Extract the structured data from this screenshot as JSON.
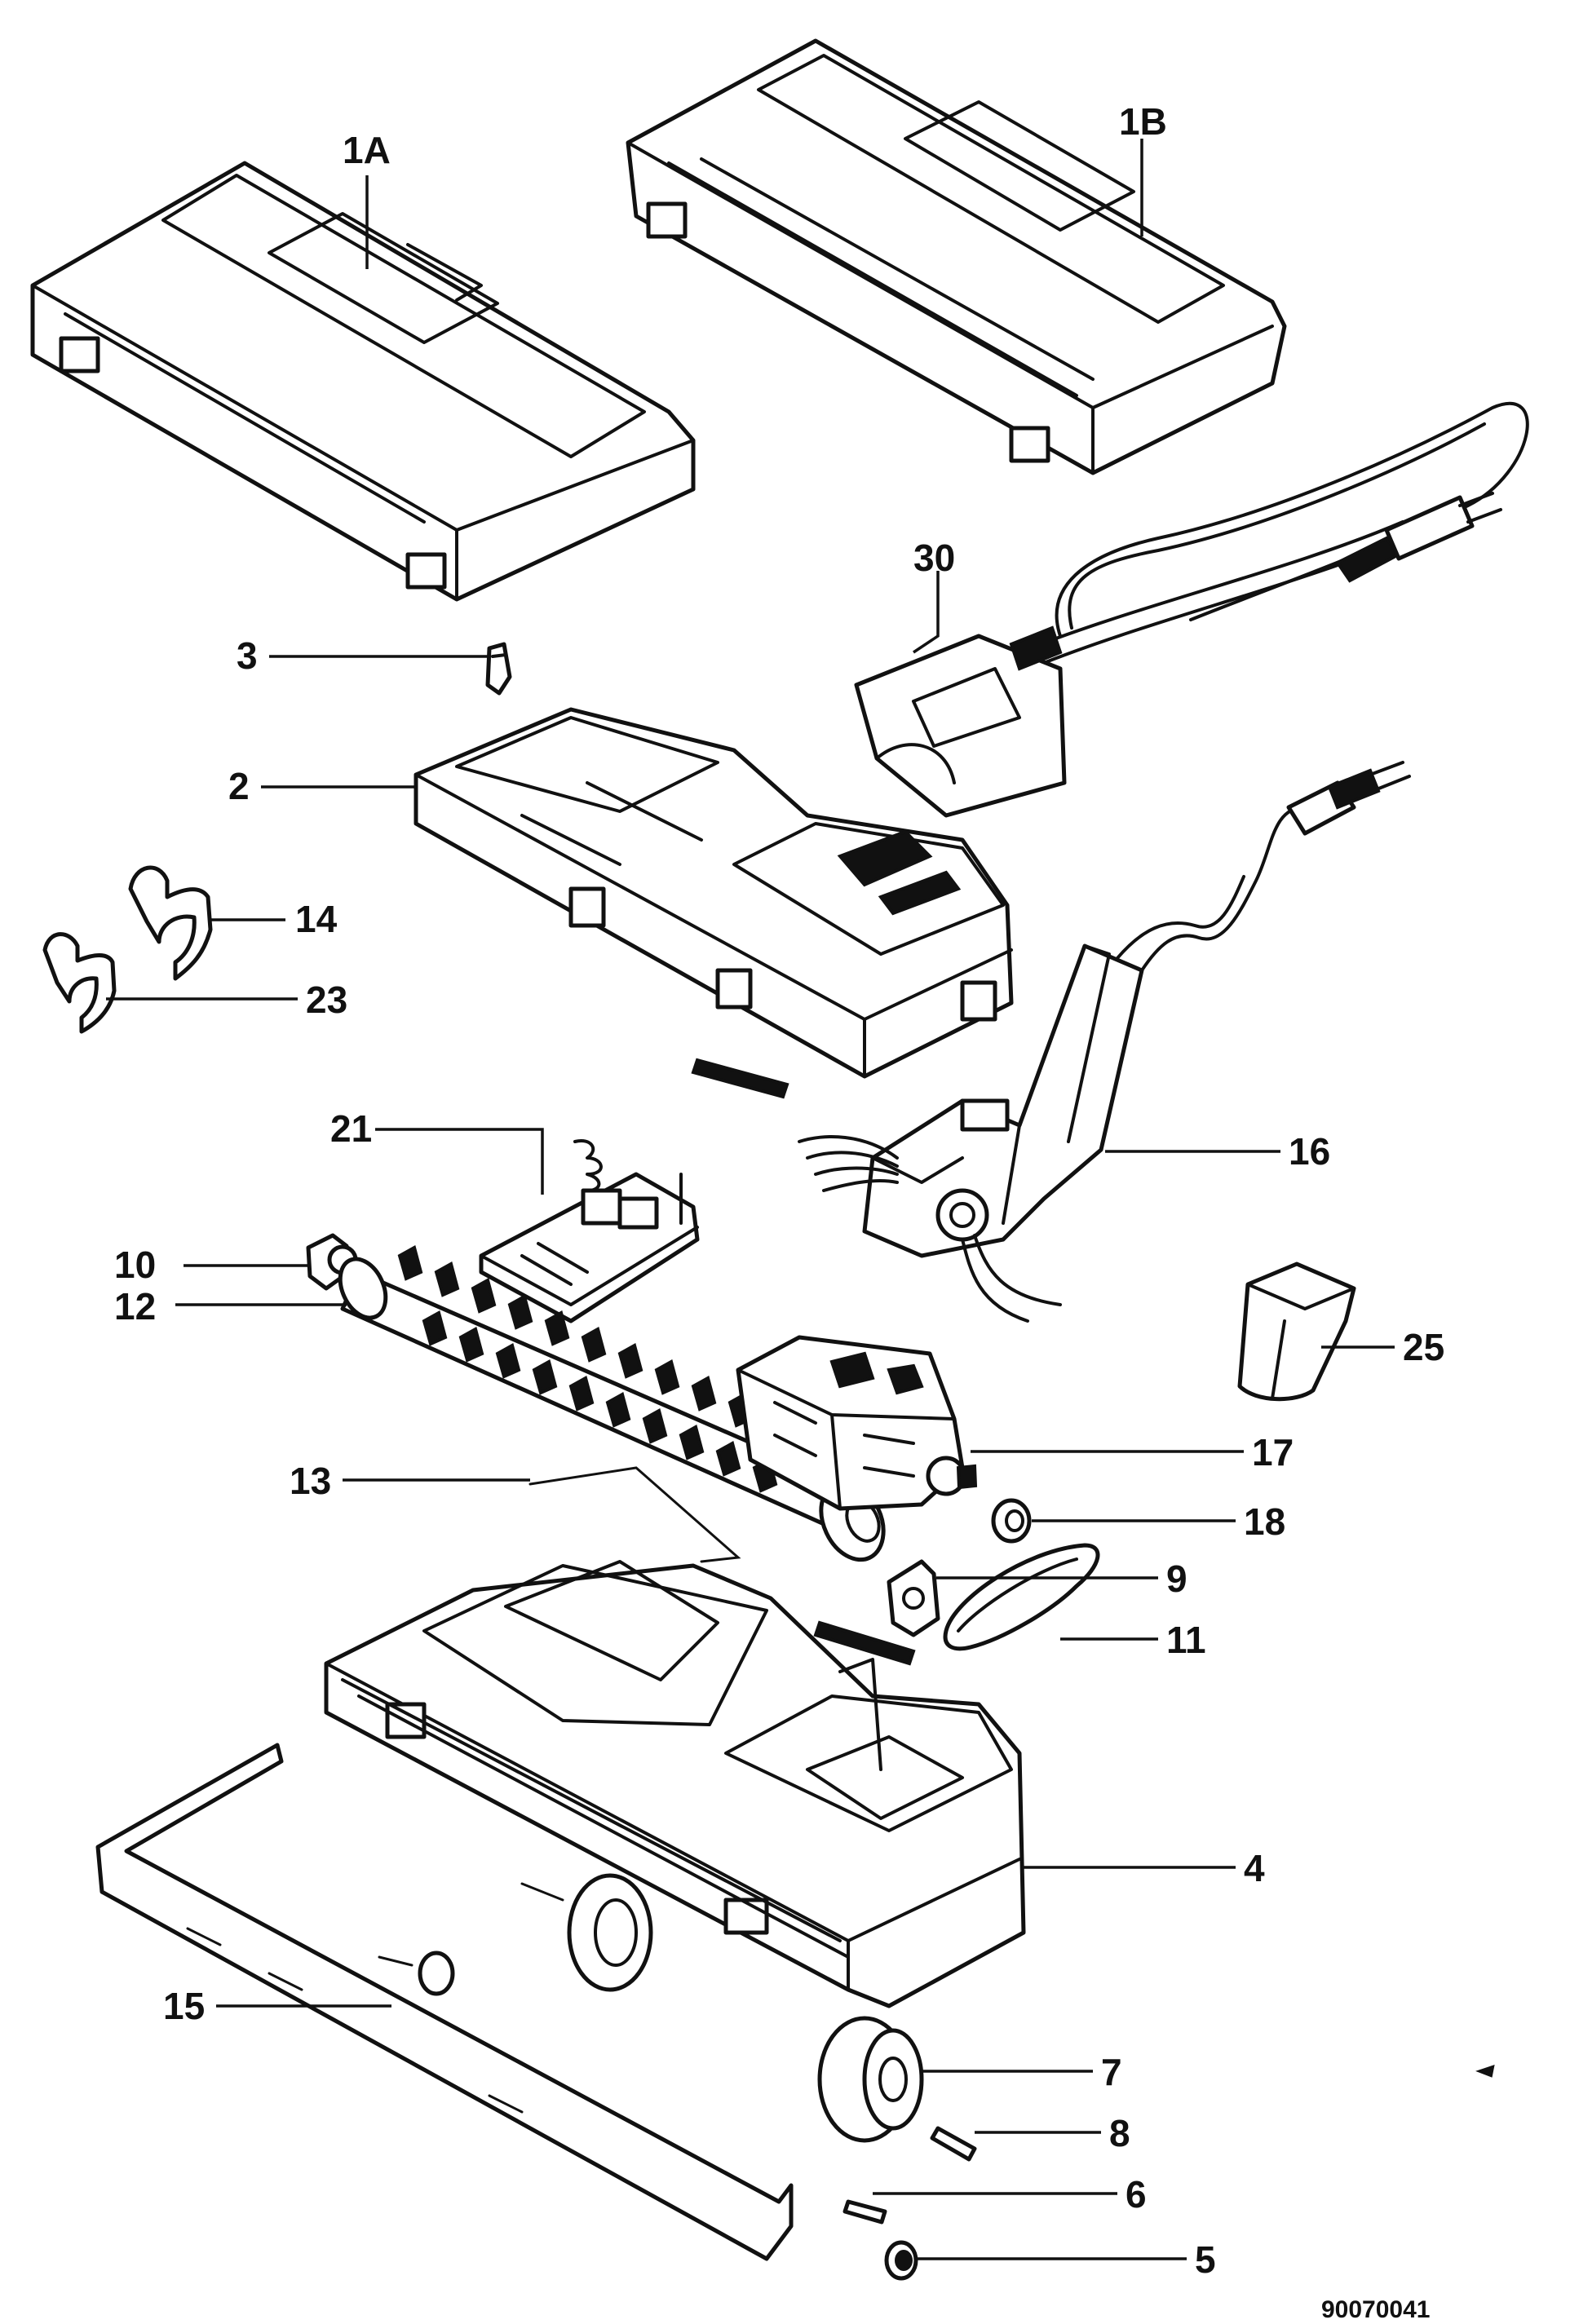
{
  "callouts": {
    "c1a": "1A",
    "c1b": "1B",
    "c30": "30",
    "c3": "3",
    "c2": "2",
    "c14": "14",
    "c23": "23",
    "c21": "21",
    "c16": "16",
    "c10": "10",
    "c12": "12",
    "c25": "25",
    "c17": "17",
    "c13": "13",
    "c18": "18",
    "c9": "9",
    "c11": "11",
    "c4": "4",
    "c15": "15",
    "c7": "7",
    "c8": "8",
    "c6": "6",
    "c5": "5"
  },
  "document_number": "90070041"
}
